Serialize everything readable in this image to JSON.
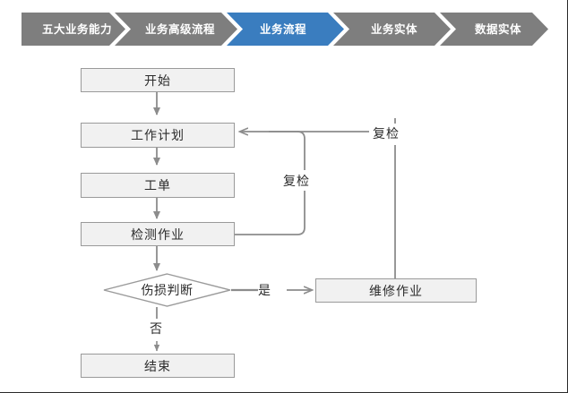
{
  "breadcrumb": {
    "active_color": "#3a7dbf",
    "inactive_color": "#7e7e7e",
    "text_color": "#ffffff",
    "items": [
      {
        "label": "五大业务能力",
        "active": false
      },
      {
        "label": "业务高级流程",
        "active": false
      },
      {
        "label": "业务流程",
        "active": true
      },
      {
        "label": "业务实体",
        "active": false
      },
      {
        "label": "数据实体",
        "active": false
      }
    ]
  },
  "flowchart": {
    "node_fill": "#f1f1f1",
    "node_border": "#9a9a9a",
    "connector_color": "#8c8c8c",
    "nodes": [
      {
        "id": "start",
        "label": "开始",
        "shape": "rect"
      },
      {
        "id": "work-plan",
        "label": "工作计划",
        "shape": "rect"
      },
      {
        "id": "work-order",
        "label": "工单",
        "shape": "rect"
      },
      {
        "id": "inspection-task",
        "label": "检测作业",
        "shape": "rect"
      },
      {
        "id": "damage-decision",
        "label": "伤损判断",
        "shape": "diamond"
      },
      {
        "id": "repair-task",
        "label": "维修作业",
        "shape": "rect"
      },
      {
        "id": "end",
        "label": "结束",
        "shape": "rect"
      }
    ],
    "edge_labels": [
      {
        "id": "recheck-inner",
        "label": "复检"
      },
      {
        "id": "recheck-outer",
        "label": "复检"
      },
      {
        "id": "yes",
        "label": "是"
      },
      {
        "id": "no",
        "label": "否"
      }
    ]
  }
}
